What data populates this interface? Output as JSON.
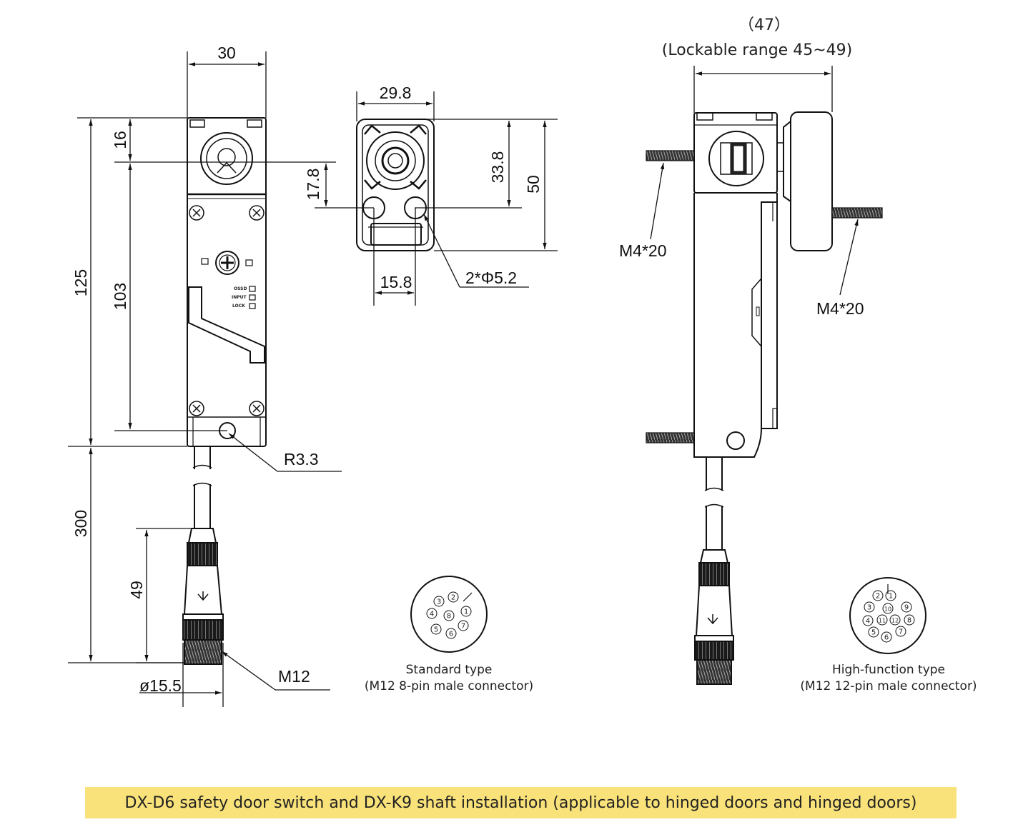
{
  "dimensions": {
    "front_width": "30",
    "front_top_offset": "16",
    "front_total_height": "125",
    "front_inner_height": "103",
    "cable_length": "300",
    "connector_length": "49",
    "mount_radius": "R3.3",
    "connector_thread": "M12",
    "connector_diameter": "ø15.5",
    "actuator_width": "29.8",
    "actuator_hole_offset": "17.8",
    "actuator_height_small": "33.8",
    "actuator_height": "50",
    "actuator_hole_spacing": "15.8",
    "actuator_holes": "2*Φ5.2",
    "side_width": "（47）",
    "lockable_range": "(Lockable range 45~49)",
    "screw_left": "M4*20",
    "screw_right": "M4*20"
  },
  "front_labels": {
    "ossd": "OSSD",
    "input": "INPUT",
    "lock": "LOCK"
  },
  "connectors": {
    "standard": {
      "title": "Standard type",
      "subtitle": "(M12 8-pin male connector)",
      "pins": [
        "1",
        "2",
        "3",
        "4",
        "5",
        "6",
        "7",
        "8"
      ]
    },
    "high_function": {
      "title": "High-function type",
      "subtitle": "(M12 12-pin male connector)",
      "pins": [
        "1",
        "2",
        "3",
        "4",
        "5",
        "6",
        "7",
        "8",
        "9",
        "10",
        "11",
        "12"
      ]
    }
  },
  "caption": "DX-D6 safety door switch and DX-K9 shaft installation (applicable to hinged doors and hinged doors)",
  "colors": {
    "caption_bg": "#f9e27a",
    "line": "#111111"
  }
}
